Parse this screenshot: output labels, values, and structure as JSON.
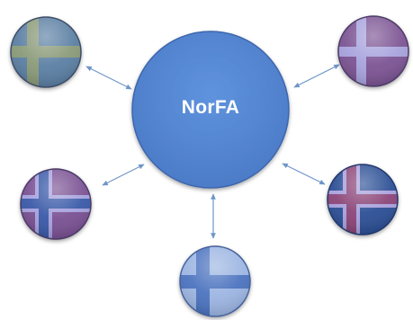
{
  "center": {
    "label": "NorFA"
  },
  "flags": [
    {
      "country": "sweden",
      "field": "#5b7fa3",
      "cross": "#8a9a78"
    },
    {
      "country": "denmark",
      "field": "#7c5493",
      "cross": "#a7a3dd"
    },
    {
      "country": "norway",
      "field": "#7a5193",
      "cross": "#3a5aa8",
      "cross_outline": "#a5a0dd"
    },
    {
      "country": "iceland",
      "field": "#2c4f95",
      "cross": "#8b4678",
      "cross_outline": "#a9a1dc"
    },
    {
      "country": "finland",
      "field": "#9cb5e2",
      "cross": "#4c73bf"
    }
  ],
  "colors": {
    "hub_fill": "#5587d3",
    "hub_stroke": "#3e66ad",
    "connector": "#6f95c8"
  }
}
